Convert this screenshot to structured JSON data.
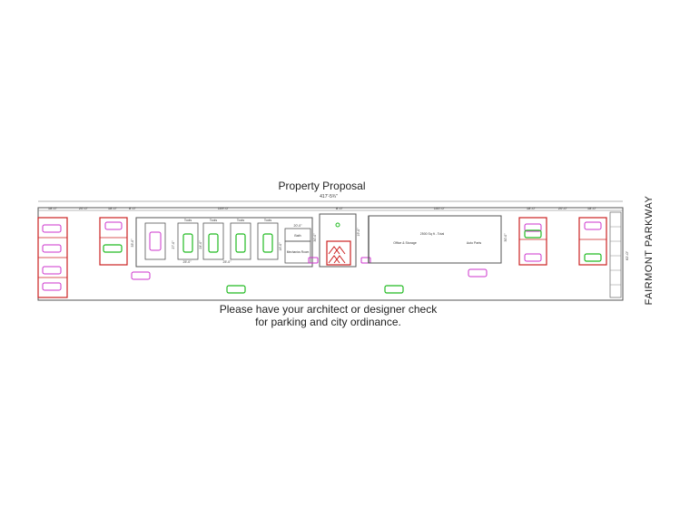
{
  "title": "Property Proposal",
  "note_line1": "Please have your architect or designer check",
  "note_line2": "for parking and city ordinance.",
  "road_label": "FAIRMONT PARKWAY",
  "dims": {
    "overall": "417'-5¾\"",
    "d18a": "18'-0\"",
    "d20a": "20'-0\"",
    "d18b": "18'-0\"",
    "d8a": "8'-0\"",
    "d109": "109'-0\"",
    "dsmall": "8'-0\"",
    "d100": "100'-0\"",
    "d18c": "18'-0\"",
    "d20b": "20'-0\"",
    "d18d": "18'-0\"",
    "d62": "62'-0\"",
    "d25a": "25'-0\"",
    "d25b": "25'-0\"",
    "d33": "33'-0\"",
    "d30": "30'-0\"",
    "d20c": "20'-0\"",
    "d16": "16'-0\"",
    "d27": "27'-0\"",
    "d24": "24'-0\"",
    "d19": "19'-0\"",
    "d30b": "30'-0\""
  },
  "labels": {
    "bay1": "Tools",
    "bay2": "Tools",
    "bay3": "Tools",
    "bay4": "Tools",
    "bath": "Bath",
    "mech": "Mechanics Room",
    "office": "Office & Storage",
    "total": "2500 Sq ft - Total",
    "parts": "Auto Parts"
  },
  "colors": {
    "car_green": "#22bb22",
    "car_magenta": "#cc33cc",
    "wall_red": "#cc2222",
    "line": "#444444"
  }
}
